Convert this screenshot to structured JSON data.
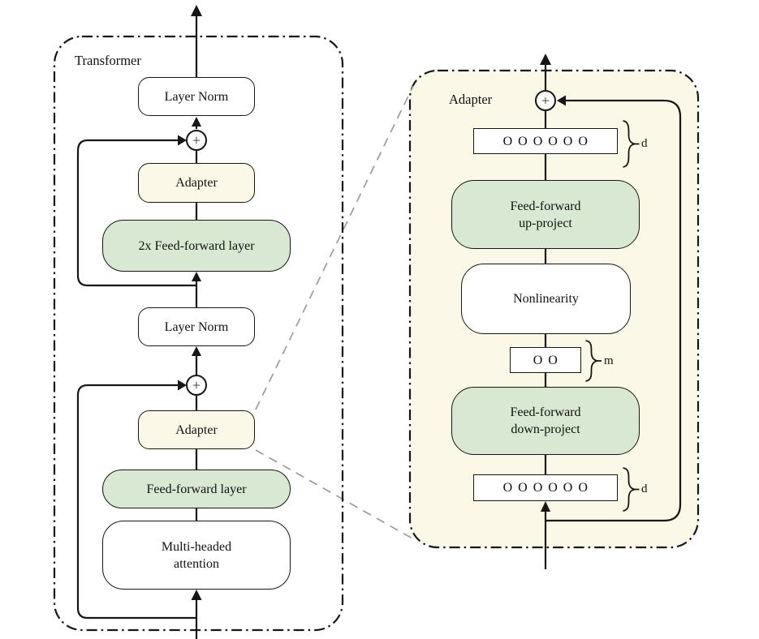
{
  "diagram": {
    "transformer_panel": {
      "label": "Transformer",
      "layer_norm_top": "Layer Norm",
      "adapter_top": "Adapter",
      "feed_forward_2x": "2x Feed-forward layer",
      "layer_norm_bottom": "Layer Norm",
      "adapter_bottom": "Adapter",
      "feed_forward": "Feed-forward layer",
      "multi_headed_attention_line1": "Multi-headed",
      "multi_headed_attention_line2": "attention"
    },
    "adapter_panel": {
      "label": "Adapter",
      "vector_top": "O O O O O O",
      "feed_forward_up_line1": "Feed-forward",
      "feed_forward_up_line2": "up-project",
      "nonlinearity": "Nonlinearity",
      "vector_bottleneck": "O O",
      "feed_forward_down_line1": "Feed-forward",
      "feed_forward_down_line2": "down-project",
      "vector_bottom": "O O O O O O",
      "dim_top": "d",
      "dim_bottleneck": "m",
      "dim_bottom": "d"
    },
    "symbols": {
      "plus": "+"
    },
    "colors": {
      "green_fill": "#d8e8d2",
      "cream_fill": "#fcf8e7",
      "line": "#161616",
      "guide_gray": "#9b9b9b"
    }
  }
}
